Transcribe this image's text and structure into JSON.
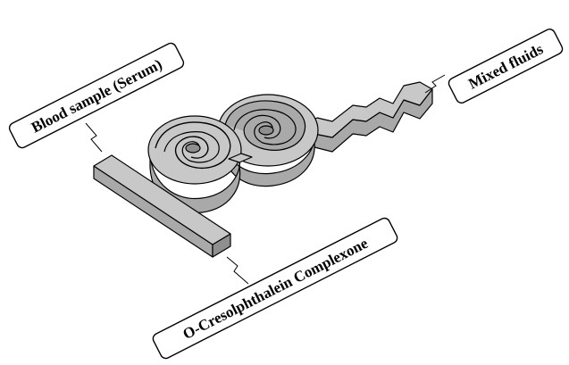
{
  "labels": {
    "blood_sample": "Blood sample (Serum)",
    "mixed_fluids": "Mixed fluids",
    "reagent": "O-Cresolphthalein Complexone"
  },
  "colors": {
    "channel_top": "#c8c8c8",
    "channel_side": "#a9a9a9",
    "outline": "#000000",
    "background": "#ffffff"
  }
}
